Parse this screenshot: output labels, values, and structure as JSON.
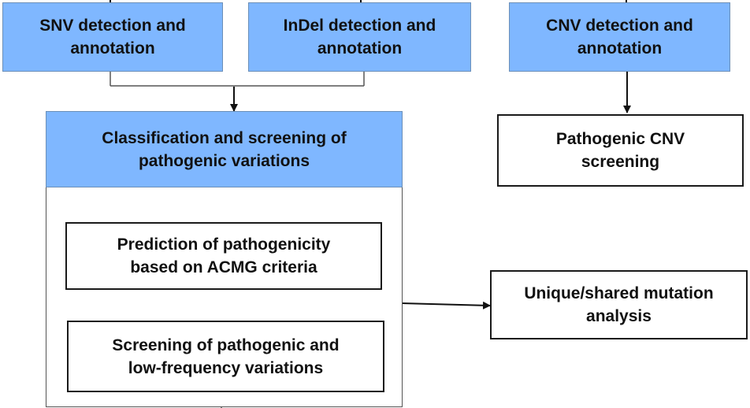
{
  "nodes": {
    "snv": "SNV detection and\nannotation",
    "indel": "InDel detection and\nannotation",
    "cnv": "CNV detection and\nannotation",
    "classification": "Classification and screening of\npathogenic variations",
    "pathogenic_cnv": "Pathogenic CNV\nscreening",
    "acmg": "Prediction of pathogenicity\nbased on ACMG criteria",
    "screening": "Screening of pathogenic and\nlow-frequency variations",
    "unique_shared": "Unique/shared mutation\nanalysis"
  },
  "colors": {
    "process_fill": "#7fb7ff",
    "process_border": "#6b8fb8",
    "result_border": "#1a1a1a",
    "connector": "#111111"
  }
}
